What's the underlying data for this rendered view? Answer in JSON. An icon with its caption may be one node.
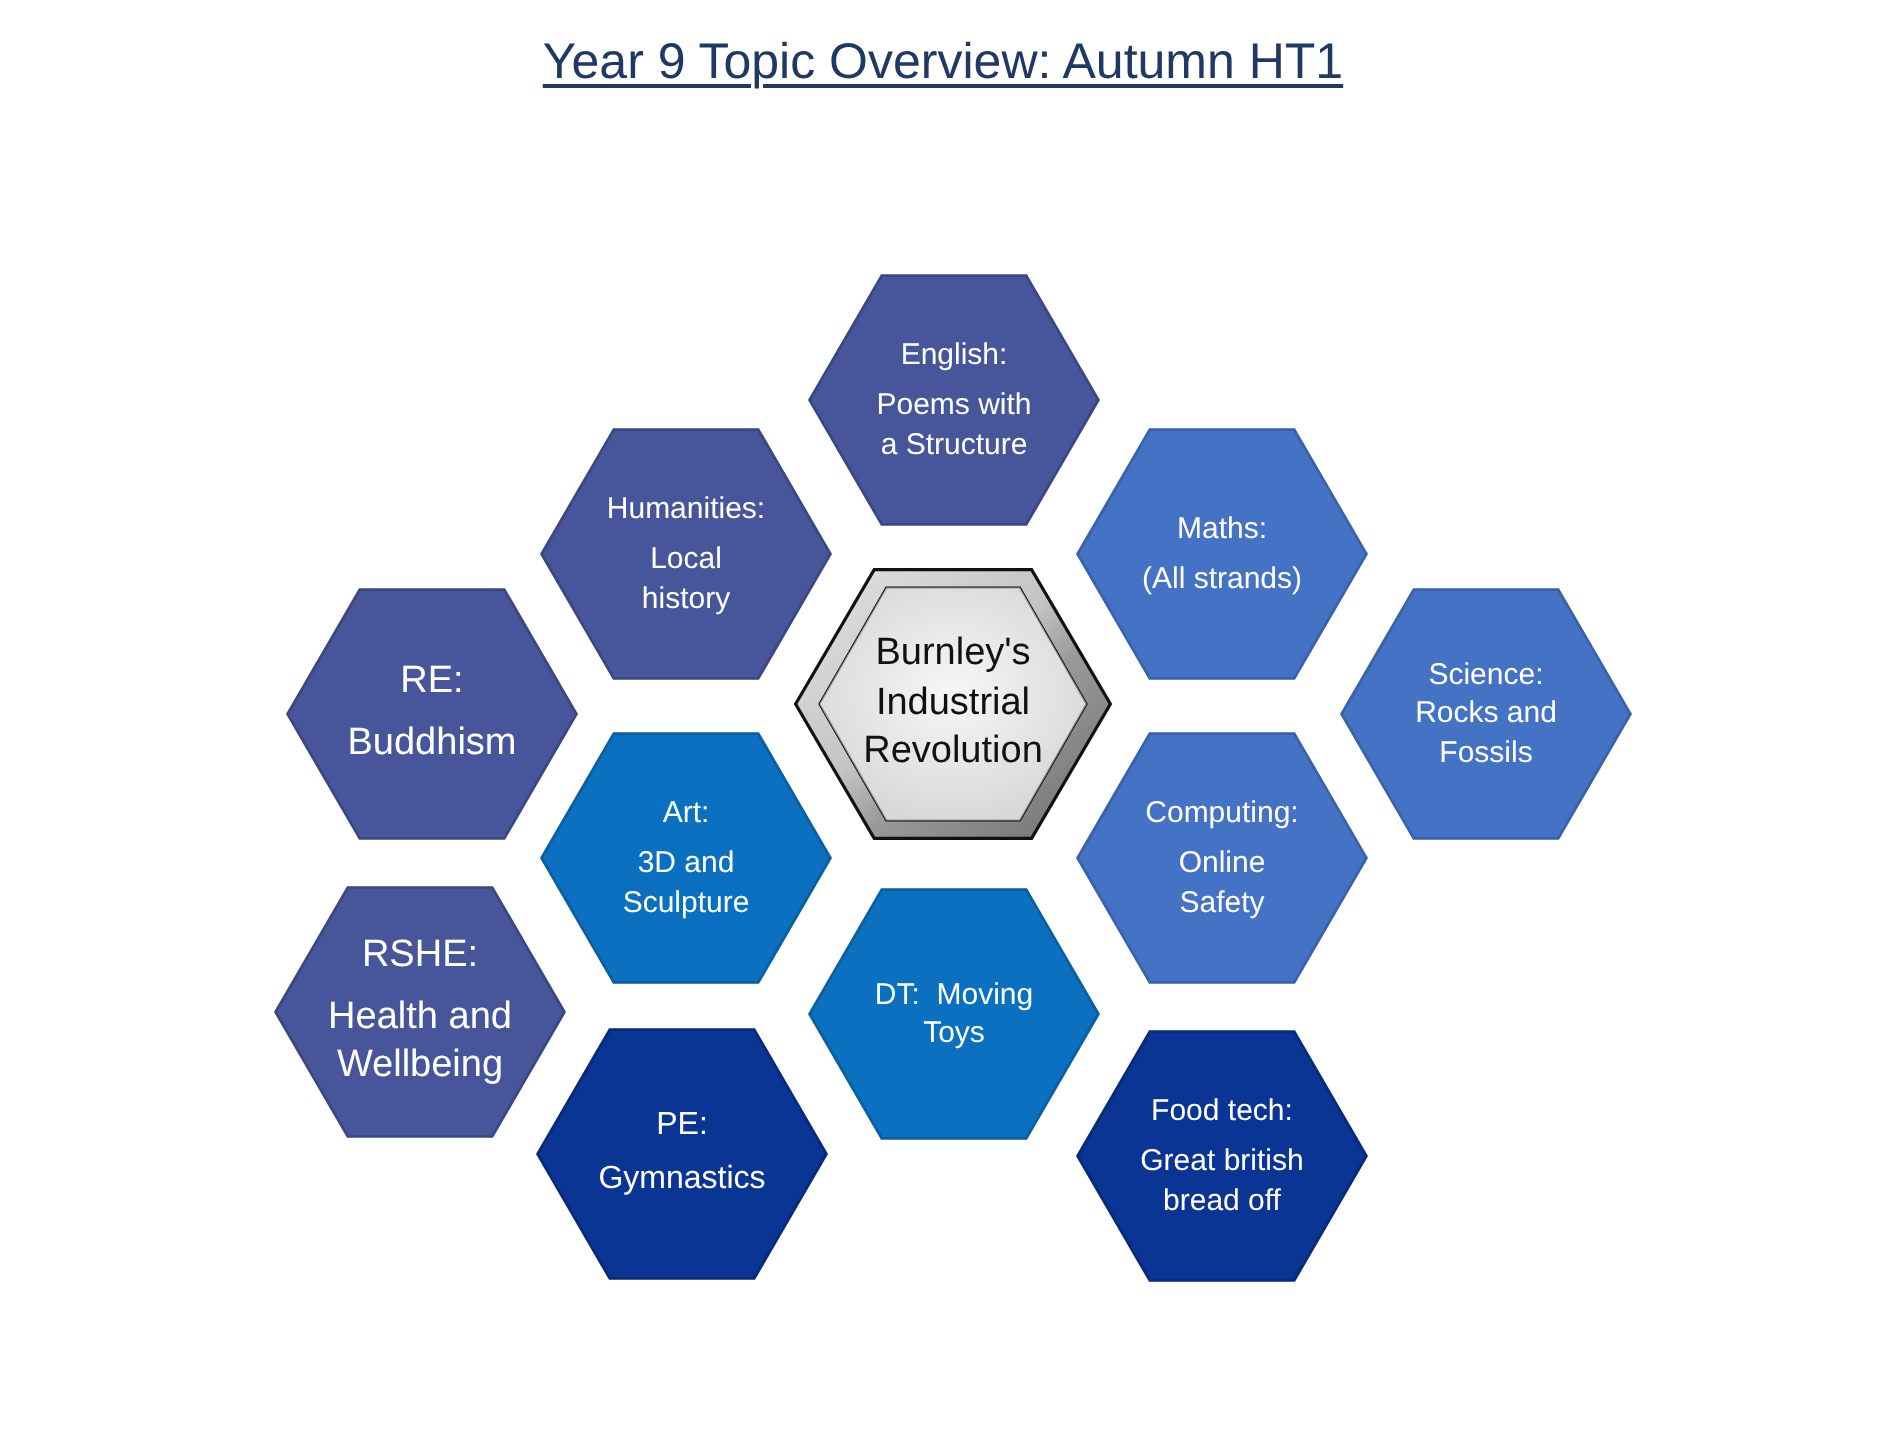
{
  "diagram": {
    "title": "Year 9 Topic Overview: Autumn HT1",
    "nodes": [
      {
        "text": [
          "English:",
          "Poems with a Structure"
        ]
      },
      {
        "text": [
          "Humanities:",
          "Local history"
        ]
      },
      {
        "text": [
          "Maths:",
          "(All strands)"
        ]
      },
      {
        "text": [
          "RE:",
          "Buddhism"
        ]
      },
      {
        "text": [
          "Burnley's Industrial Revolution"
        ]
      },
      {
        "text": [
          "Science: Rocks and Fossils"
        ]
      },
      {
        "text": [
          "Art:",
          "3D and Sculpture"
        ]
      },
      {
        "text": [
          "Computing:",
          "Online Safety"
        ]
      },
      {
        "text": [
          "RSHE:",
          "Health and Wellbeing"
        ]
      },
      {
        "text": [
          "DT:  Moving Toys"
        ]
      },
      {
        "text": [
          "PE:",
          "Gymnastics"
        ]
      },
      {
        "text": [
          "Food tech:",
          "Great british bread off"
        ]
      }
    ]
  }
}
